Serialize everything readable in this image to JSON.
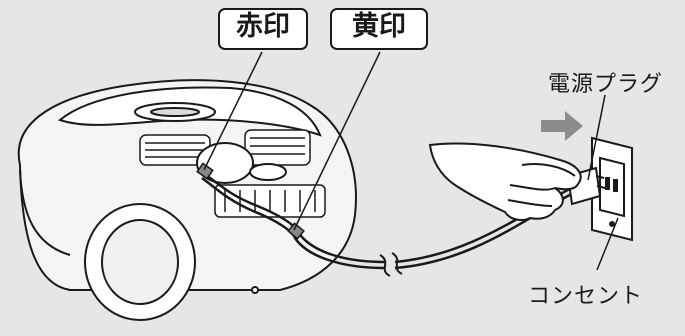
{
  "labels": {
    "red_mark": "赤印",
    "yellow_mark": "黄印",
    "power_plug": "電源プラグ",
    "outlet": "コンセント"
  },
  "colors": {
    "background": "#e6e6e6",
    "line": "#1a1a1a",
    "label_fill": "#ffffff",
    "arrow": "#8c8c8c"
  },
  "icons": {
    "vacuum": "vacuum-cleaner-illustration",
    "hand": "hand-icon",
    "arrow": "arrow-right-icon"
  }
}
